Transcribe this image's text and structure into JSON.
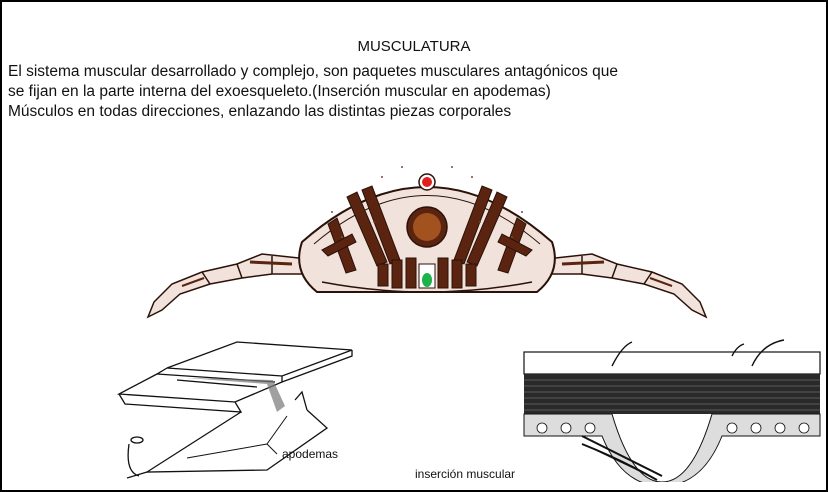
{
  "title": "MUSCULATURA",
  "lines": [
    "El sistema muscular desarrollado y complejo, son paquetes musculares antagónicos que",
    "se fijan en la parte interna del exoesqueleto.(Inserción muscular en apodemas)",
    "Músculos en todas direcciones, enlazando las distintas piezas corporales"
  ],
  "labels": {
    "apodemas": "apodemas",
    "insercion": "inserción muscular"
  },
  "colors": {
    "muscle": "#5a2410",
    "cuticle": "#f1e3dc",
    "outline": "#2b1208",
    "heart": "#e0201a",
    "gut": "#a1521f",
    "nerve": "#1bb34a"
  }
}
